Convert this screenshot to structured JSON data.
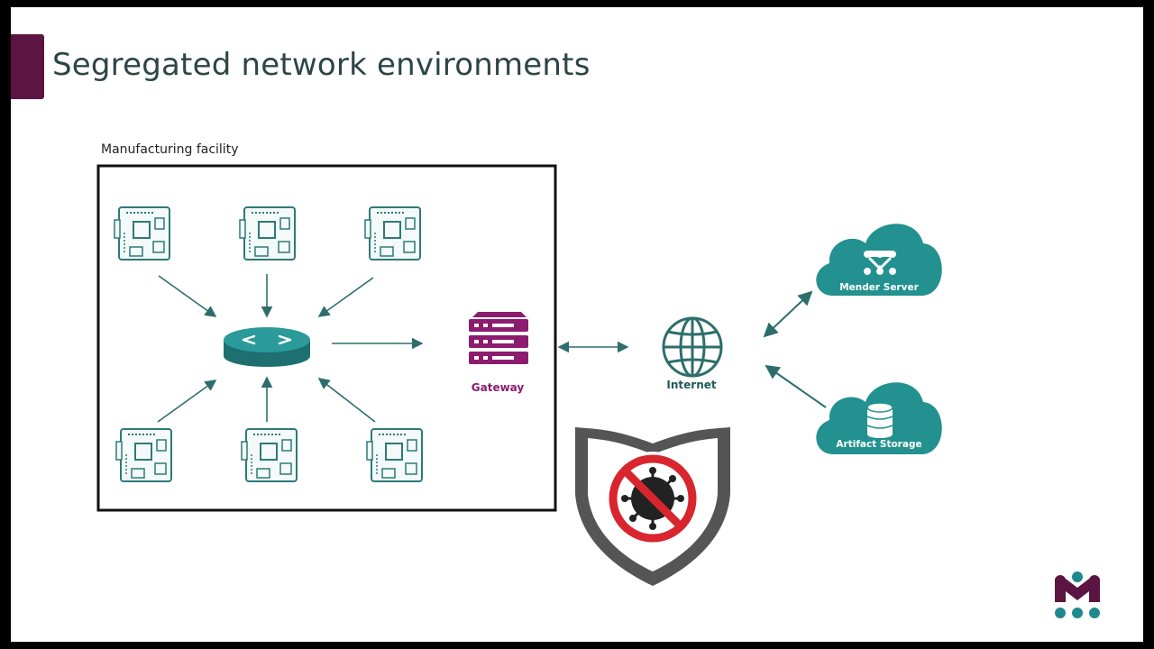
{
  "slide": {
    "title": "Segregated network environments",
    "facility_label": "Manufacturing facility"
  },
  "nodes": {
    "gateway_label": "Gateway",
    "internet_label": "Internet",
    "mender_server_label": "Mender Server",
    "artifact_storage_label": "Artifact Storage"
  },
  "colors": {
    "accent": "#5c1442",
    "teal": "#1f8a8c",
    "dark_teal": "#2d6e6b",
    "gateway_purple": "#8c1c6e",
    "shield_red": "#d9252e",
    "title_text": "#2d4546"
  },
  "icons": {
    "devices": [
      "board-icon",
      "board-icon",
      "board-icon",
      "board-icon",
      "board-icon",
      "board-icon"
    ],
    "router": "router-icon",
    "gateway": "server-stack-icon",
    "internet": "globe-icon",
    "mender": "mender-logo-icon",
    "storage": "database-icon",
    "shield": "shield-no-virus-icon",
    "brand": "mender-brand-logo"
  }
}
